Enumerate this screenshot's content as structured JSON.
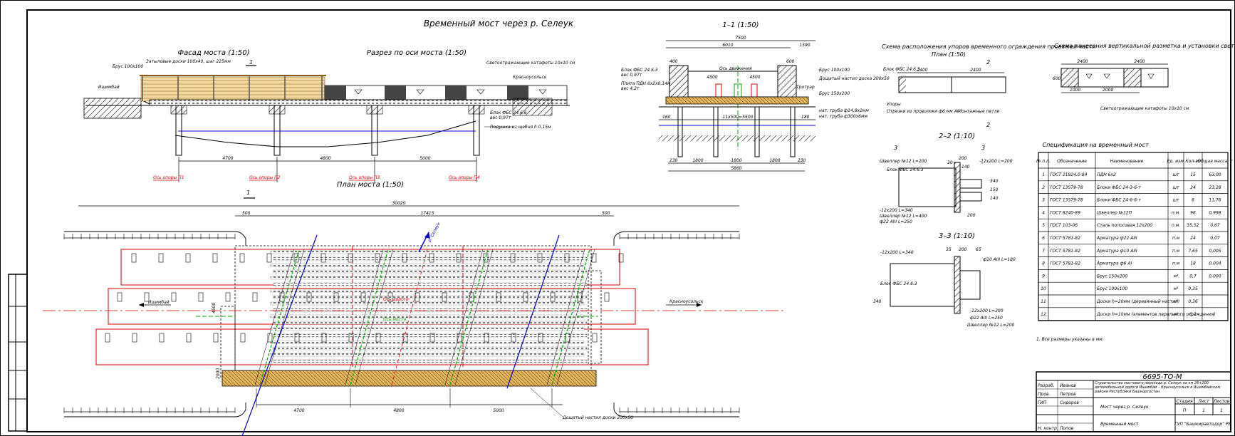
{
  "main_title": "Временный мост через р. Селеук",
  "view_facade": "Фасад моста (1:50)",
  "view_axis_section": "Разрез по оси моста (1:50)",
  "view_section_11": "1–1 (1:50)",
  "view_plan": "План моста (1:50)",
  "view_scheme": "Схема расположения упоров временного ограждения проезжей части",
  "view_scheme_scale": "План (1:50)",
  "view_marking": "Схема нанесения вертикальной разметка и установки светоотражающих катафотов на ограждающие блоки",
  "view_section_22": "2–2 (1:10)",
  "view_section_33": "3–3 (1:10)",
  "cut_mark": "1",
  "cut_mark_2": "2",
  "cut_mark_3": "3",
  "facade": {
    "labels": {
      "brus": "Брус 100х100",
      "rail": "Затыловые доски 100х40, шаг 225мм",
      "left_dir": "Ишимбай",
      "right_dir": "Красноусольск",
      "reflectors": "Светоотражающие катафоты 10х10 см",
      "block": "Блок ФБС 24.6.6",
      "block_weight": "вес 0,97т",
      "gravel": "Подушка из щебня h 0,15м"
    },
    "dims": [
      "4700",
      "4800",
      "5000"
    ],
    "axes": [
      "Ось опоры П1",
      "Ось опоры П2",
      "Ось опоры П3",
      "Ось опоры П4"
    ]
  },
  "section11": {
    "dims_top": [
      "7500",
      "6010",
      "1390"
    ],
    "dims_mid": [
      "4500",
      "4500"
    ],
    "dims_bottom": [
      "230",
      "1800",
      "1800",
      "1800",
      "230"
    ],
    "total_bottom": "5860",
    "dim_inner": "11х500=5500",
    "dim_160": "160",
    "dim_180": "180",
    "elev_left": "400",
    "elev_right": "600",
    "labels": {
      "block": "Блок ФБС 24.6.3",
      "block_weight": "вес 0,97т",
      "slab": "Плита ПДН 6х2х0,14м",
      "slab_weight": "вес 4,2т",
      "axis": "Ось движения",
      "deck": "Дощатый настил доска 200х50",
      "beam": "Брус 150х200",
      "brus": "Брус 100х100",
      "kerb": "Тротуар",
      "pipe1": "нат. труба ф14,8х2мм",
      "pipe2": "нат. труба ф300х6мм"
    }
  },
  "scheme": {
    "dims": [
      "2400",
      "2400"
    ],
    "labels": {
      "block": "Блок ФБС 24.6.3",
      "stops": "Упоры",
      "rods": "Отрезки из проволоки ф6 мм AI",
      "anchors": "Монтажные петли"
    }
  },
  "marking": {
    "dims_top": [
      "2400",
      "2400"
    ],
    "dims_bottom": [
      "1000",
      "2000"
    ],
    "dim_side": "600",
    "labels": {
      "reflectors": "Светоотражающие катафоты 10х10 см"
    }
  },
  "section22": {
    "labels": [
      "Швеллер №12 L=200",
      "Блок ФБС 24.6.3",
      "-12х200 L=200",
      "-12х200 L=340",
      "Швеллер №12 L=400",
      "ф22 AIII L=250"
    ],
    "dims": [
      "30",
      "140",
      "200",
      "340",
      "150",
      "140",
      "200"
    ]
  },
  "section33": {
    "labels": [
      "-12х200 L=340",
      "ф10 AIII L=180",
      "Блок ФБС 24.6.3",
      "-12х200 L=200",
      "ф22 AIII L=250",
      "Швеллер №12 L=200"
    ],
    "dims": [
      "35",
      "200",
      "65",
      "340"
    ]
  },
  "spec": {
    "title": "Спецификация на временный мост",
    "headers": [
      "№ п.п.",
      "Обозначение",
      "Наименование",
      "Ед. изм.",
      "Кол-во",
      "Общая масса, т"
    ],
    "rows": [
      [
        "1",
        "ГОСТ 21924.0-84",
        "ПДН 6х2",
        "шт",
        "15",
        "63,00"
      ],
      [
        "2",
        "ГОСТ 13579-78",
        "Блоки ФБС 24-3-6-т",
        "шт",
        "24",
        "23,28"
      ],
      [
        "3",
        "ГОСТ 13579-78",
        "Блоки ФБС 24-6-6-т",
        "шт",
        "6",
        "11,76"
      ],
      [
        "4",
        "ГОСТ 8240-89",
        "Швеллер №12П",
        "п.м.",
        "96",
        "0,998"
      ],
      [
        "5",
        "ГОСТ 103-06",
        "Сталь полосовая 12х200",
        "п.м.",
        "35,52",
        "0,67"
      ],
      [
        "6",
        "ГОСТ 5781-82",
        "Арматура ф22 AIII",
        "п.м",
        "24",
        "0,07"
      ],
      [
        "7",
        "ГОСТ 5781-82",
        "Арматура ф10 AIII",
        "п.м",
        "7,65",
        "0,005"
      ],
      [
        "8",
        "ГОСТ 5781-82",
        "Арматура ф6 AI",
        "п.м",
        "18",
        "0,004"
      ],
      [
        "9",
        "",
        "Брус 150х200",
        "м³",
        "0,7",
        "0,000"
      ],
      [
        "10",
        "",
        "Брус 100х100",
        "м³",
        "0,35",
        ""
      ],
      [
        "11",
        "",
        "Доски h=20мм (деревянный настил)",
        "м³",
        "0,36",
        ""
      ],
      [
        "12",
        "",
        "Доски h=10мм (элементов перильного ограждения)",
        "м³",
        "0,2",
        ""
      ]
    ]
  },
  "plan": {
    "dims_top": [
      "500",
      "17415",
      "500"
    ],
    "total_top": "30020",
    "dims_bottom": [
      "4700",
      "4800",
      "5000"
    ],
    "dim_left": "4500",
    "dim_left2": "2000",
    "labels": {
      "left_dir": "Ишимбай",
      "right_dir": "Красноусольск",
      "flow": "р. Селеук",
      "axis_road": "Ось дороги",
      "axis_bridge": "Ось моста",
      "deck": "Дощатый настил доски 200х50"
    }
  },
  "note": "1. Все размеры указаны в мм.",
  "title_block": {
    "code": "6695-ТО-М",
    "description": "Строительство мостового перехода р. Селеук на км 26+200 автомобильной дороги Ишимбай – Красноусольск в Ишимбайском районе Республики Башкортостан",
    "object": "Мост через р. Селеук",
    "sheet_title": "Временный мост",
    "stage": "П",
    "sheet": "1",
    "sheets": "1",
    "org": "ГУП \"Башкиравтодор\" РБ",
    "head_stage": "Стадия",
    "head_sheet": "Лист",
    "head_sheets": "Листов",
    "roles": [
      "Разраб.",
      "Пров.",
      "ГИП",
      "Н. контр."
    ],
    "names": [
      "Иванов",
      "Петров",
      "Сидоров",
      "Попов"
    ]
  }
}
